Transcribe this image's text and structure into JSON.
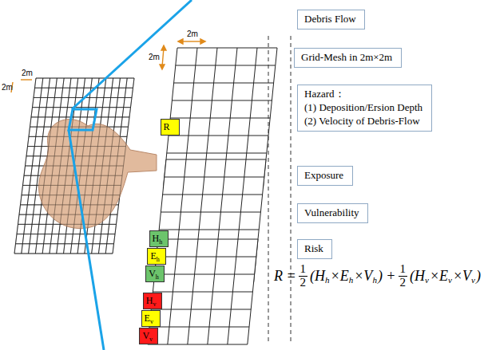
{
  "diagram": {
    "nodes": [
      {
        "text": [
          "Debris Flow"
        ]
      },
      {
        "text": [
          "Grid-Mesh in 2m×2m"
        ]
      },
      {
        "text": [
          "Hazard：",
          "(1) Deposition/Ersion Depth",
          "(2) Velocity of Debris-Flow"
        ]
      },
      {
        "text": [
          "Exposure"
        ]
      },
      {
        "text": [
          "Vulnerability"
        ]
      },
      {
        "text": [
          "Risk"
        ]
      },
      {
        "text": [
          "R"
        ]
      },
      {
        "text": [
          "H",
          "h"
        ]
      },
      {
        "text": [
          "E",
          "h"
        ]
      },
      {
        "text": [
          "V",
          "h"
        ]
      },
      {
        "text": [
          "H",
          "v"
        ]
      },
      {
        "text": [
          "E",
          "v"
        ]
      },
      {
        "text": [
          "V",
          "v"
        ]
      }
    ],
    "labels": [
      "2m",
      "2m",
      "2m",
      "2m",
      "R =",
      "1",
      "2",
      "(H",
      "h",
      "×E",
      "h",
      "×V",
      "h",
      ") +",
      "1",
      "2",
      "(H",
      "v",
      "×E",
      "v",
      "×V",
      "v",
      ")"
    ]
  }
}
